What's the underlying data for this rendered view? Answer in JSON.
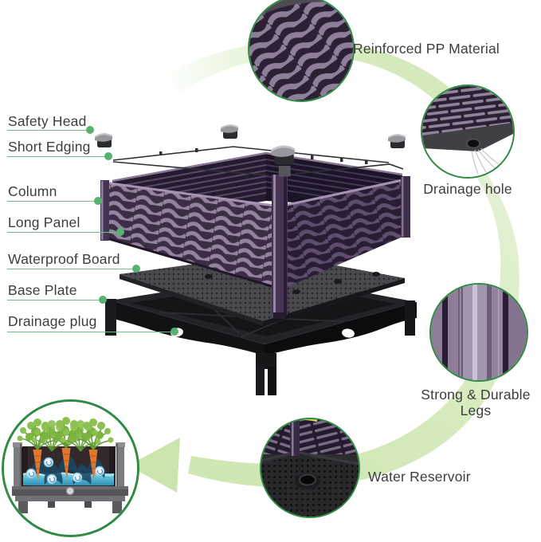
{
  "diagram": {
    "background": "#ffffff",
    "accent": {
      "circle_border_green": "#2f8a44",
      "leader_green": "#72c083",
      "swoosh_green": "#d9ecc3",
      "arrow_green": "#cbe5ad",
      "wicker_purple": "#8f7e99",
      "dark_purple": "#3a2d45",
      "text_color": "#3d3d3d"
    },
    "part_labels": [
      {
        "text": "Safety Head"
      },
      {
        "text": "Short Edging"
      },
      {
        "text": "Column"
      },
      {
        "text": "Long Panel"
      },
      {
        "text": "Waterproof Board"
      },
      {
        "text": "Base Plate"
      },
      {
        "text": "Drainage plug"
      }
    ],
    "feature_callouts": [
      {
        "text": "Reinforced PP Material",
        "icon": "wicker-texture-closeup"
      },
      {
        "text": "Drainage hole",
        "icon": "drainage-hole-closeup"
      },
      {
        "text": "Strong & Durable Legs",
        "icon": "leg-column-closeup"
      },
      {
        "text": "Water Reservoir",
        "icon": "reservoir-interior-closeup"
      }
    ],
    "inset_illustration": {
      "icon": "planter-cutaway-with-carrots-and-water-reservoir"
    }
  }
}
